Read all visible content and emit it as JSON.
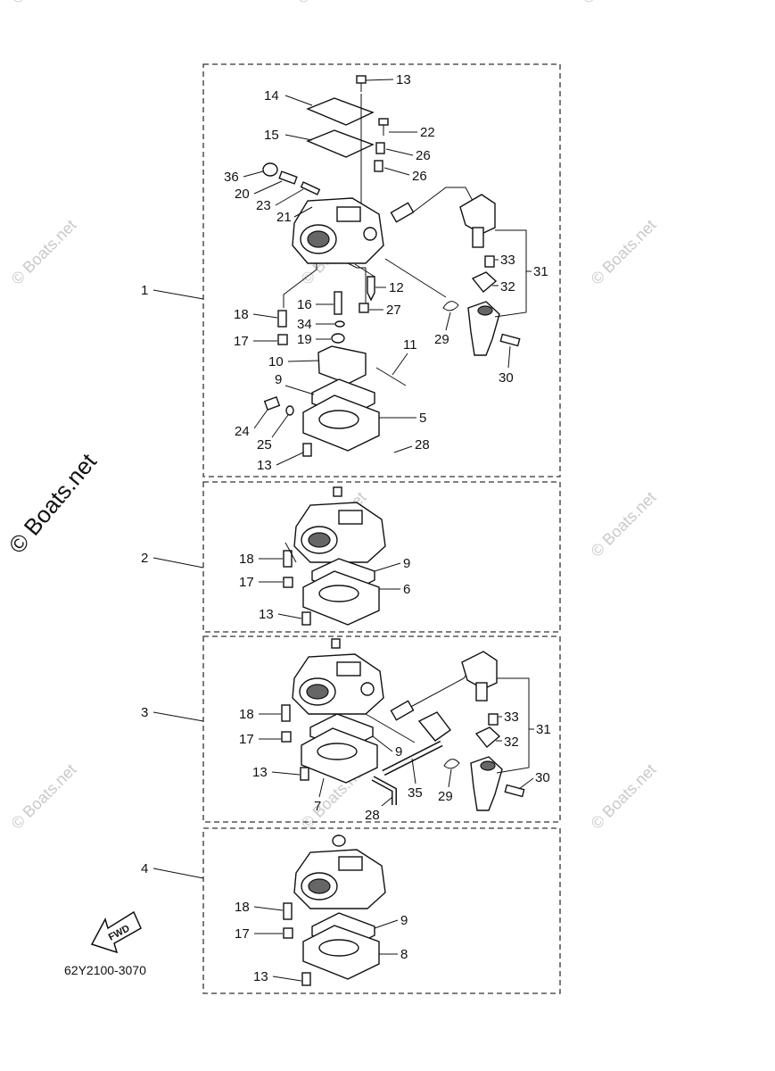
{
  "diagram": {
    "watermark": "© Boats.net",
    "part_code": "62Y2100-3070",
    "fwd_label": "FWD",
    "groups": [
      {
        "group_label": "1",
        "callouts": [
          "13",
          "14",
          "15",
          "22",
          "26",
          "26",
          "36",
          "20",
          "23",
          "21",
          "33",
          "31",
          "32",
          "12",
          "16",
          "18",
          "34",
          "27",
          "29",
          "17",
          "19",
          "11",
          "10",
          "9",
          "30",
          "5",
          "24",
          "25",
          "28",
          "13"
        ]
      },
      {
        "group_label": "2",
        "callouts": [
          "18",
          "9",
          "17",
          "6",
          "13"
        ]
      },
      {
        "group_label": "3",
        "callouts": [
          "33",
          "31",
          "18",
          "32",
          "17",
          "9",
          "13",
          "30",
          "35",
          "29",
          "7",
          "28"
        ]
      },
      {
        "group_label": "4",
        "callouts": [
          "18",
          "9",
          "17",
          "8",
          "13"
        ]
      }
    ]
  }
}
